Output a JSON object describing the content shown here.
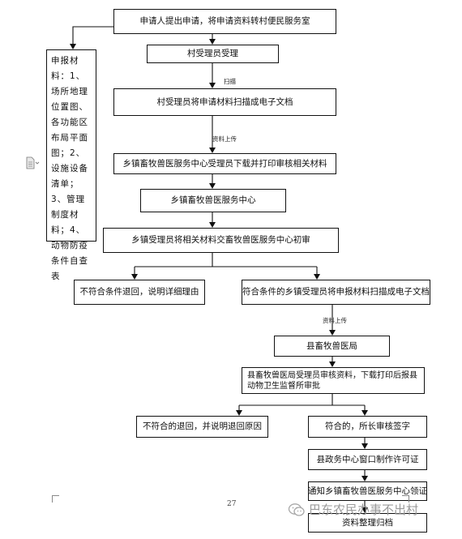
{
  "steps": {
    "s1": "申请人提出申请，将申请资料转村便民服务室",
    "s2": "村受理员受理",
    "s3": "村受理员将申请材料扫描成电子文档",
    "s4": "乡镇畜牧兽医服务中心受理员下载并打印审核相关材料",
    "s5": "乡镇畜牧兽医服务中心",
    "s6": "乡镇受理员将相关材料交畜牧兽医服务中心初审",
    "s7_left": "不符合条件退回，说明详细理由",
    "s7_right": "符合条件的乡镇受理员将申报材料扫描成电子文档",
    "s8": "县畜牧兽医局",
    "s9": "县畜牧兽医局受理员审核资料，下载打印后报县动物卫生监督所审批",
    "s10_left": "不符合的退回，并说明退回原因",
    "s10_right": "符合的，所长审核签字",
    "s11": "县政务中心窗口制作许可证",
    "s12": "通知乡镇畜牧兽医服务中心领证",
    "s13": "资料整理归档"
  },
  "side_note": "申报材料：1、场所地理位置图、各功能区布局平面图；2、设施设备清单；3、管理制度材料；4、动物防疫条件自查表",
  "labels": {
    "scan": "扫描",
    "upload1": "资料上传",
    "upload2": "资料上传"
  },
  "page_number": "27",
  "watermark": "巴东农民办事不出村",
  "icons": {
    "document": "document-icon",
    "wechat": "wechat-icon"
  },
  "colors": {
    "line": "#111111",
    "watermark": "#9a9a9a"
  }
}
